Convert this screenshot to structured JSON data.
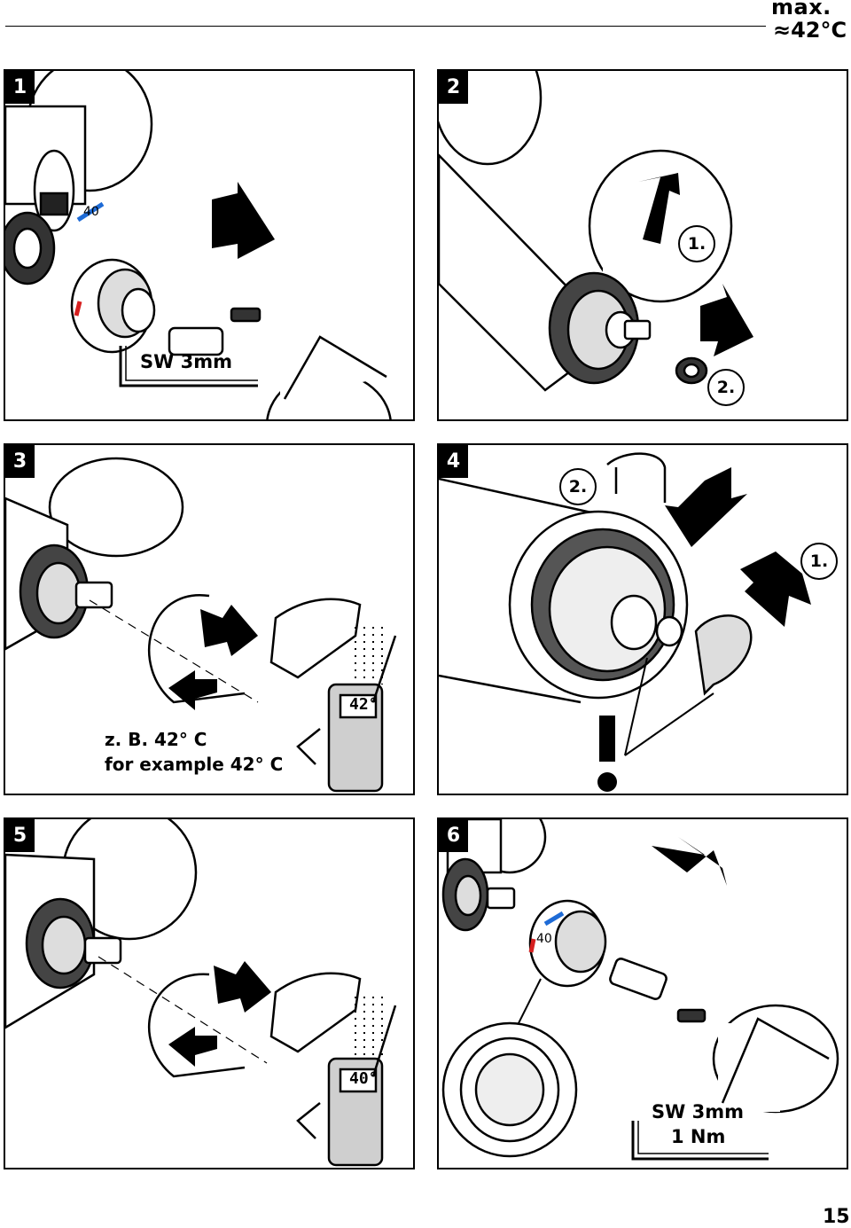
{
  "header": {
    "max_label": "max.",
    "temp_label": "≈42°C"
  },
  "panels": [
    {
      "number": "1",
      "tool_label": "SW 3mm",
      "dial_label": "40"
    },
    {
      "number": "2",
      "step_1": "1.",
      "step_2": "2."
    },
    {
      "number": "3",
      "note_de": "z. B. 42° C",
      "note_en": "for example 42° C",
      "display": "42°"
    },
    {
      "number": "4",
      "step_2": "2.",
      "step_1": "1.",
      "warning": "!"
    },
    {
      "number": "5",
      "display": "40°"
    },
    {
      "number": "6",
      "tool_label": "SW 3mm",
      "torque_label": "1 Nm",
      "dial_label": "40"
    }
  ],
  "footer": {
    "page_number": "15"
  }
}
